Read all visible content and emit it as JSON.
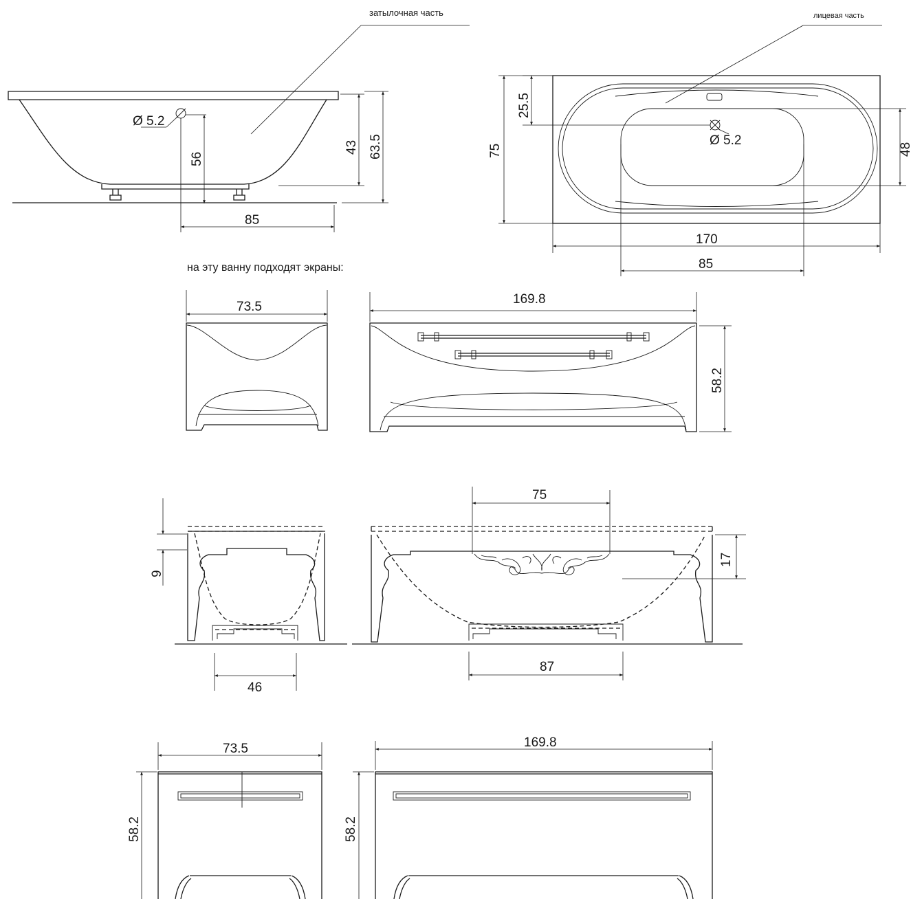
{
  "labels": {
    "rear_part": "затылочная часть",
    "front_part": "лицевая часть",
    "screens_caption": "на эту ванну подходят экраны:"
  },
  "side_view": {
    "drain_diameter": "Ø 5.2",
    "drain_height": "56",
    "inner_depth": "43",
    "total_height": "63.5",
    "base_width": "85"
  },
  "top_view": {
    "drain_offset": "25.5",
    "width": "75",
    "drain_diameter": "Ø 5.2",
    "inner_width": "48",
    "length": "170",
    "inner_length": "85"
  },
  "screen_set_1": {
    "end_width": "73.5",
    "front_length": "169.8",
    "height": "58.2"
  },
  "screen_set_2": {
    "center_width": "75",
    "left_dim": "9",
    "right_dim": "17",
    "end_base": "46",
    "front_base": "87"
  },
  "screen_set_3": {
    "end_width": "73.5",
    "front_length": "169.8",
    "end_height": "58.2",
    "front_height": "58.2"
  },
  "colors": {
    "ink": "#1a1a1a",
    "background": "#ffffff"
  }
}
